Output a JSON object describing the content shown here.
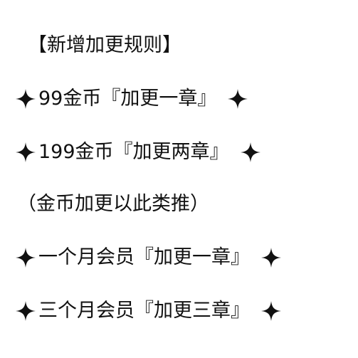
{
  "title": "【新增加更规则】",
  "lines": [
    {
      "text": "99金币『加更一章』"
    },
    {
      "text": "199金币『加更两章』"
    },
    {
      "text": "（金币加更以此类推）"
    },
    {
      "text": "一个月会员『加更一章』"
    },
    {
      "text": "三个月会员『加更三章』"
    }
  ],
  "icons": {
    "bullet": "four-point-star-icon",
    "color": "#111111"
  }
}
